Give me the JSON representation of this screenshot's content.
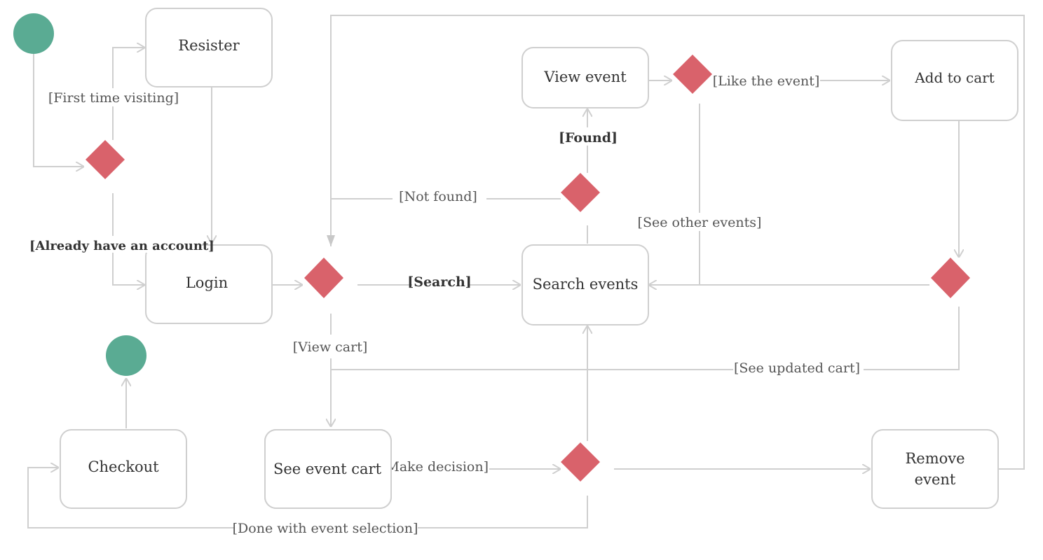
{
  "nodes": {
    "register": "Resister",
    "login": "Login",
    "view_event": "View event",
    "add_to_cart": "Add to cart",
    "search_events": "Search events",
    "checkout": "Checkout",
    "see_event_cart": "See event cart",
    "remove_event_line1": "Remove",
    "remove_event_line2": "event"
  },
  "guards": {
    "first_time_visiting": "[First time visiting]",
    "already_have_account": "[Already have an account]",
    "not_found": "[Not found]",
    "found": "[Found]",
    "like_the_event": "[Like the event]",
    "see_other_events": "[See other events]",
    "search": "[Search]",
    "view_cart": "[View cart]",
    "see_updated_cart": "[See updated cart]",
    "make_decision": "[Make decision]",
    "done_with_event_selection": "[Done with event selection]"
  },
  "colors": {
    "start_end": "#5aab93",
    "decision": "#d9626b",
    "lines": "#cfcfcf"
  }
}
